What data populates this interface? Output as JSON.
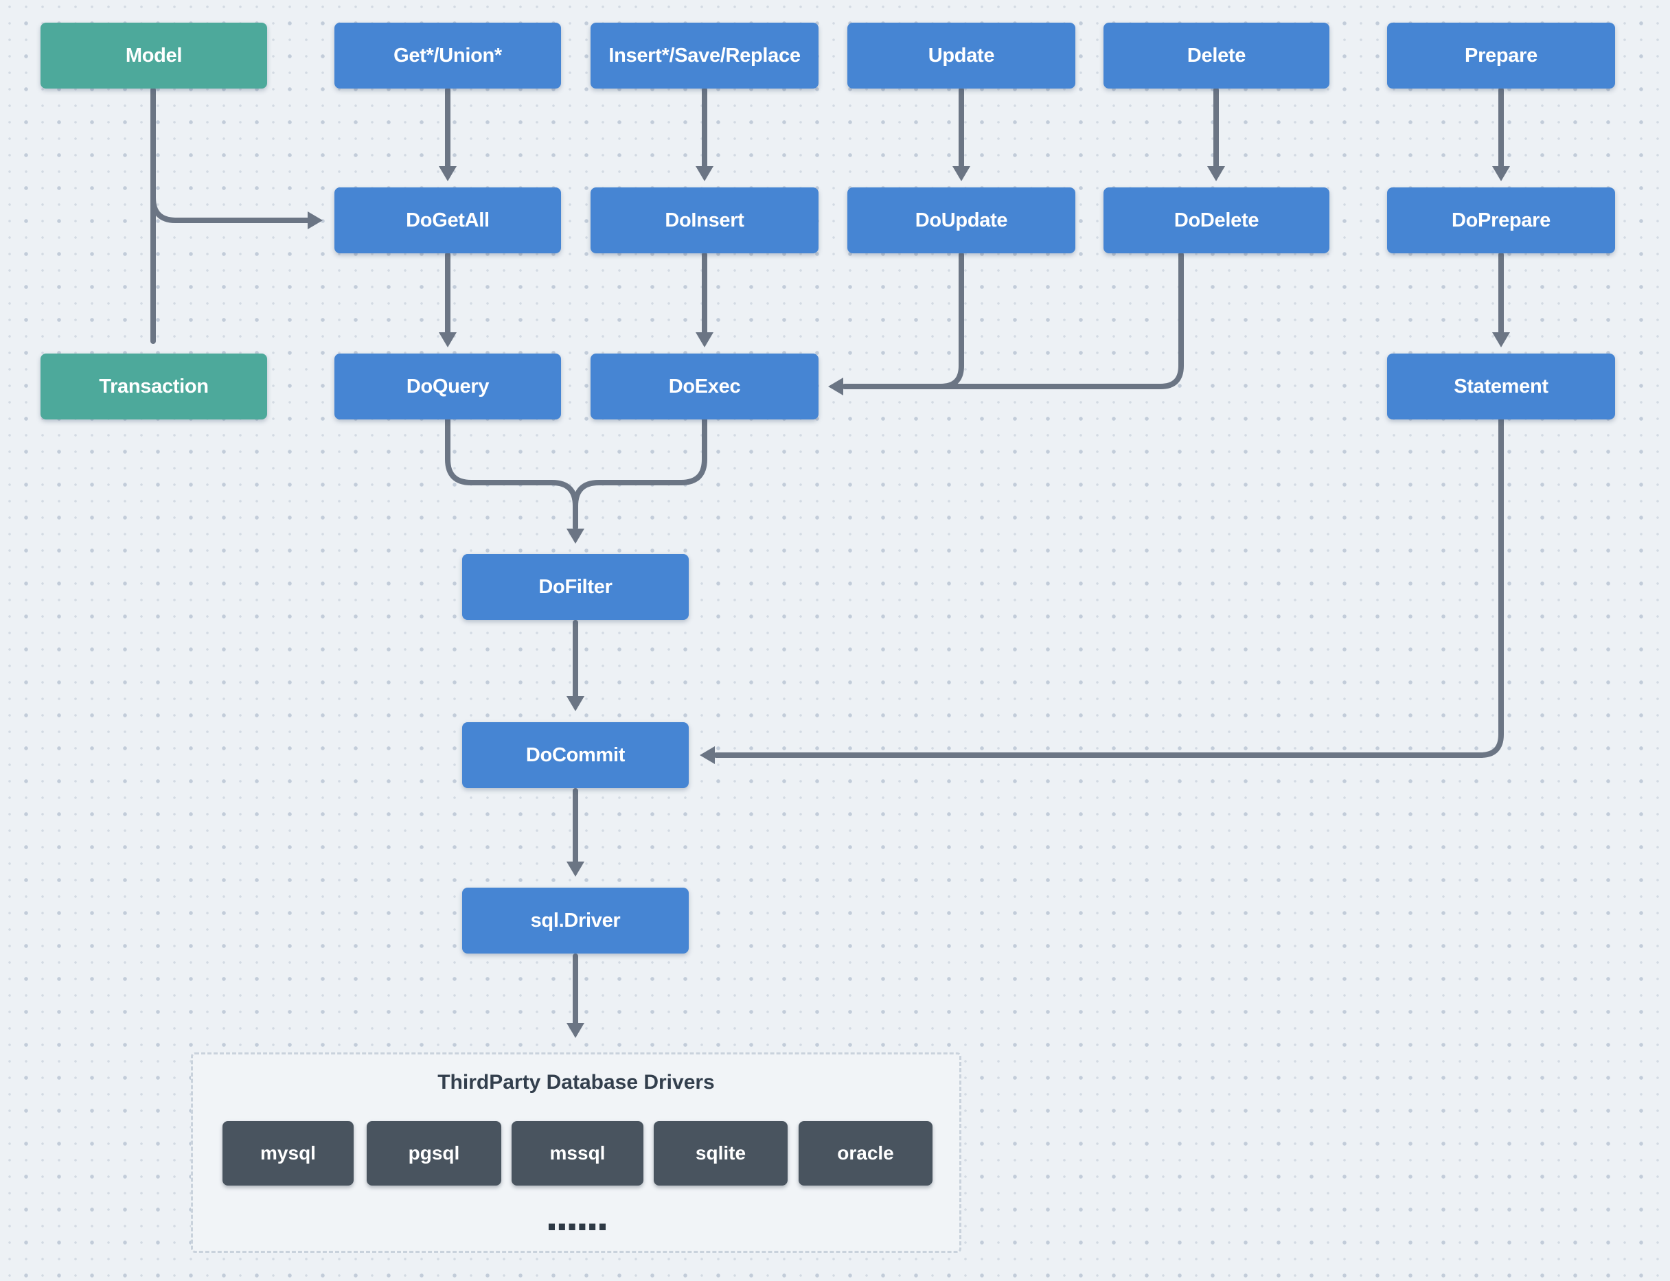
{
  "nodes": {
    "model": {
      "label": "Model"
    },
    "get_union": {
      "label": "Get*/Union*"
    },
    "insert_save_replace": {
      "label": "Insert*/Save/Replace"
    },
    "update": {
      "label": "Update"
    },
    "delete": {
      "label": "Delete"
    },
    "prepare": {
      "label": "Prepare"
    },
    "do_get_all": {
      "label": "DoGetAll"
    },
    "do_insert": {
      "label": "DoInsert"
    },
    "do_update": {
      "label": "DoUpdate"
    },
    "do_delete": {
      "label": "DoDelete"
    },
    "do_prepare": {
      "label": "DoPrepare"
    },
    "transaction": {
      "label": "Transaction"
    },
    "do_query": {
      "label": "DoQuery"
    },
    "do_exec": {
      "label": "DoExec"
    },
    "statement": {
      "label": "Statement"
    },
    "do_filter": {
      "label": "DoFilter"
    },
    "do_commit": {
      "label": "DoCommit"
    },
    "sql_driver": {
      "label": "sql.Driver"
    }
  },
  "drivers_panel": {
    "title": "ThirdParty Database Drivers",
    "drivers": [
      "mysql",
      "pgsql",
      "mssql",
      "sqlite",
      "oracle"
    ],
    "more": "......"
  },
  "colors": {
    "node_blue": "#4685d3",
    "node_green": "#4da99b",
    "driver_dark": "#49545f",
    "connector_gray": "#6b7584",
    "background": "#edf1f5"
  }
}
